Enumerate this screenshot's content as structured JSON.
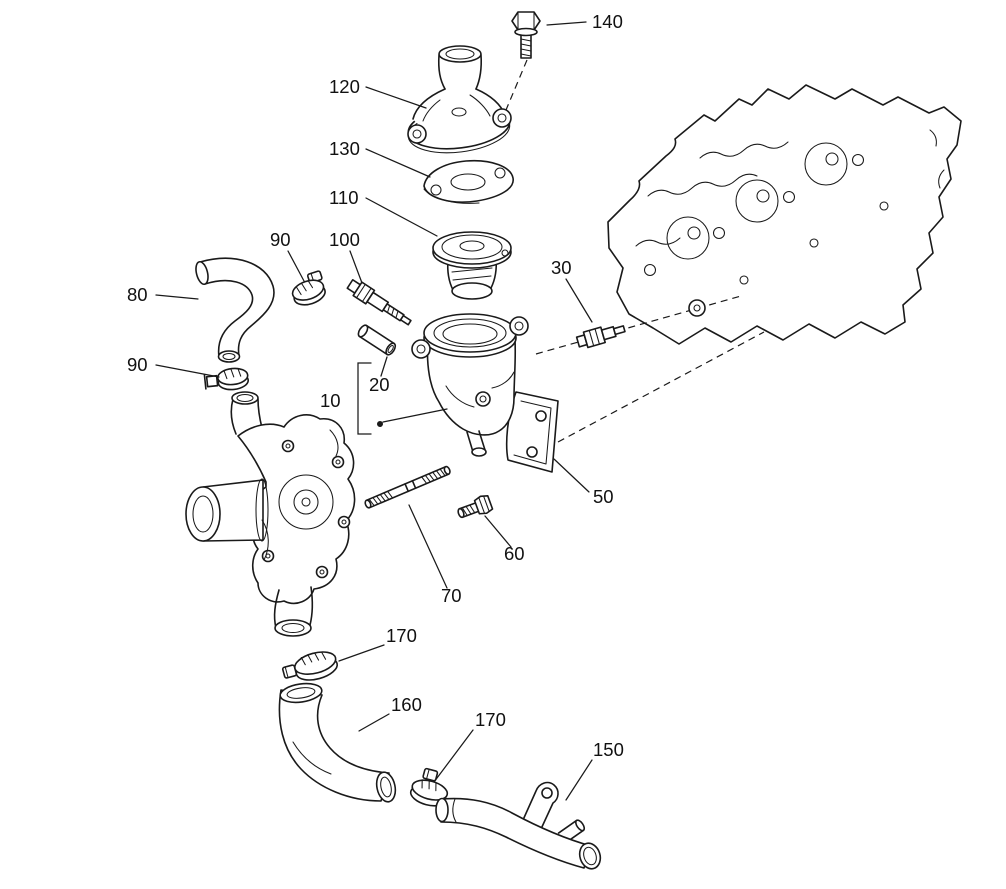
{
  "diagram": {
    "background_color": "#ffffff",
    "line_color": "#1a1a1a"
  },
  "callouts": {
    "c140": "140",
    "c120": "120",
    "c130": "130",
    "c110": "110",
    "c90_upper": "90",
    "c100": "100",
    "c80": "80",
    "c30": "30",
    "c90_lower": "90",
    "c20": "20",
    "c10": "10",
    "c50": "50",
    "c60": "60",
    "c70": "70",
    "c170_upper": "170",
    "c160": "160",
    "c170_lower": "170",
    "c150": "150"
  }
}
